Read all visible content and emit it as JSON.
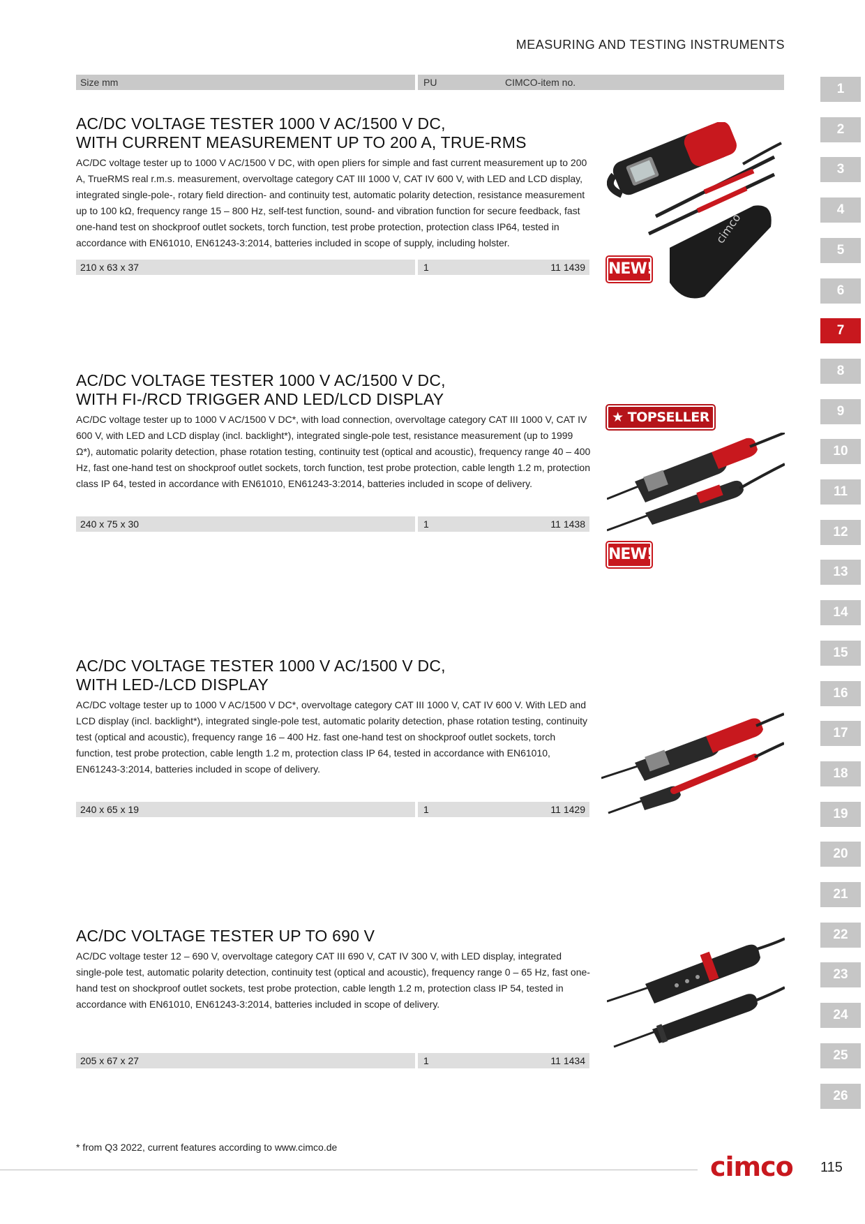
{
  "header": {
    "section_title": "MEASURING AND TESTING INSTRUMENTS"
  },
  "columns": {
    "size": "Size mm",
    "pu": "PU",
    "item": "CIMCO-item no."
  },
  "products": [
    {
      "title_line1": "AC/DC VOLTAGE TESTER 1000 V AC/1500 V DC,",
      "title_line2": "WITH CURRENT MEASUREMENT UP TO 200 A, TRUE-RMS",
      "description": "AC/DC voltage tester up to 1000 V AC/1500 V DC, with open pliers for simple and fast current measurement up to 200 A, TrueRMS real r.m.s. measurement, overvoltage category CAT III 1000 V, CAT IV 600 V, with LED and LCD display, integrated single-pole-, rotary field direction- and continuity test, automatic polarity detection, resistance measurement up to 100 kΩ, frequency range 15 – 800 Hz, self-test function, sound- and vibration function for secure feedback, fast one-hand test on shockproof outlet sockets, torch function, test probe protection, protection class IP64, tested in accordance with EN61010, EN61243-3:2014, batteries included in scope of supply, including holster.",
      "size": "210 x 63 x 37",
      "pu": "1",
      "item": "11 1439",
      "badge_new": "NEW!"
    },
    {
      "title_line1": "AC/DC VOLTAGE TESTER 1000 V AC/1500 V DC,",
      "title_line2": "WITH FI-/RCD TRIGGER AND LED/LCD DISPLAY",
      "description": "AC/DC voltage tester up to 1000 V AC/1500 V DC*, with load connection, overvoltage category CAT III 1000 V, CAT IV 600 V, with LED and LCD display (incl. backlight*), integrated single-pole test, resistance measurement (up to 1999 Ω*), automatic polarity detection, phase rotation testing, continuity test (optical and acoustic), frequency range 40 – 400 Hz, fast one-hand test on shockproof outlet sockets, torch function, test probe protection, cable length 1.2 m, protection class IP 64, tested in accordance with EN61010, EN61243-3:2014, batteries included in scope of delivery.",
      "size": "240 x 75 x 30",
      "pu": "1",
      "item": "11 1438",
      "badge_new": "NEW!",
      "badge_top": "★ TOPSELLER ★"
    },
    {
      "title_line1": "AC/DC VOLTAGE TESTER 1000 V AC/1500 V DC,",
      "title_line2": "WITH LED-/LCD DISPLAY",
      "description": "AC/DC voltage tester up to 1000 V AC/1500 V DC*, overvoltage category CAT III 1000 V, CAT IV 600 V. With LED and LCD display (incl. backlight*), integrated single-pole test, automatic polarity detection, phase rotation testing, continuity test (optical and acoustic), frequency range 16 – 400 Hz. fast one-hand test on shockproof outlet sockets, torch function, test probe protection, cable length 1.2 m, protection class IP 64, tested in accordance with EN61010, EN61243-3:2014, batteries included in scope of delivery.",
      "size": "240 x 65 x 19",
      "pu": "1",
      "item": "11 1429"
    },
    {
      "title_line1": "AC/DC VOLTAGE TESTER UP TO 690 V",
      "description": "AC/DC voltage tester 12 – 690 V, overvoltage category CAT III 690 V, CAT IV 300 V, with LED display, integrated single-pole test, automatic polarity detection, continuity test (optical and acoustic), frequency range 0 – 65 Hz, fast one-hand test on shockproof outlet sockets, test probe protection, cable length 1.2 m, protection class IP 54, tested in accordance with EN61010, EN61243-3:2014, batteries included in scope of delivery.",
      "size": "205 x 67 x 27",
      "pu": "1",
      "item": "11 1434"
    }
  ],
  "tabs": [
    "1",
    "2",
    "3",
    "4",
    "5",
    "6",
    "7",
    "8",
    "9",
    "10",
    "11",
    "12",
    "13",
    "14",
    "15",
    "16",
    "17",
    "18",
    "19",
    "20",
    "21",
    "22",
    "23",
    "24",
    "25",
    "26"
  ],
  "active_tab": "7",
  "footer": {
    "footnote": "* from Q3 2022, current features according to www.cimco.de",
    "logo": "cimco",
    "page_number": "115"
  },
  "colors": {
    "accent": "#c8181e",
    "tab_gray": "#c6c6c6",
    "row_gray": "#dedede",
    "header_gray": "#c9c9c9"
  }
}
